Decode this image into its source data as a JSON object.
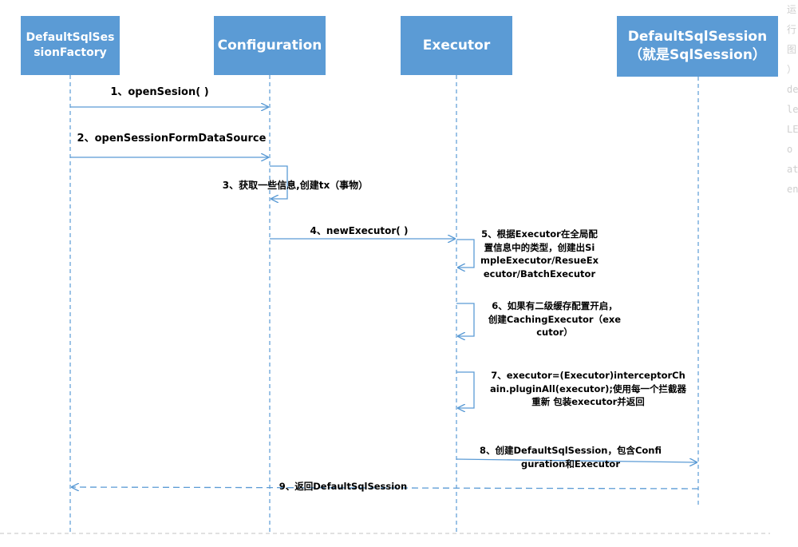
{
  "participants": [
    {
      "id": "factory",
      "label": "DefaultSqlSessionFactory"
    },
    {
      "id": "config",
      "label": "Configuration"
    },
    {
      "id": "executor",
      "label": "Executor"
    },
    {
      "id": "session",
      "label": "DefaultSqlSession\n（就是SqlSession）"
    }
  ],
  "messages": [
    {
      "id": "m1",
      "from": "factory",
      "to": "config",
      "style": "solid",
      "label": "1、openSesion( )"
    },
    {
      "id": "m2",
      "from": "factory",
      "to": "config",
      "style": "solid",
      "label": "2、openSessionFormDataSource"
    },
    {
      "id": "m3",
      "from": "config",
      "to": "config",
      "style": "self",
      "label": "3、获取一些信息,创建tx（事物）"
    },
    {
      "id": "m4",
      "from": "config",
      "to": "executor",
      "style": "solid",
      "label": "4、newExecutor( )"
    },
    {
      "id": "m5",
      "from": "executor",
      "to": "executor",
      "style": "self",
      "label": "5、根据Executor在全局配置信息中的类型，创建出SimpleExecutor/ResueExecutor/BatchExecutor"
    },
    {
      "id": "m6",
      "from": "executor",
      "to": "executor",
      "style": "self",
      "label": "6、如果有二级缓存配置开启，创建CachingExecutor（executor）"
    },
    {
      "id": "m7",
      "from": "executor",
      "to": "executor",
      "style": "self",
      "label": "7、executor=(Executor)interceptorChain.pluginAll(executor);使用每一个拦截器重新 包装executor并返回"
    },
    {
      "id": "m8",
      "from": "executor",
      "to": "session",
      "style": "solid",
      "label": "8、创建DefaultSqlSession，包含Configuration和Executor"
    },
    {
      "id": "m9",
      "from": "session",
      "to": "factory",
      "style": "dashed",
      "label": "9、返回DefaultSqlSession"
    }
  ],
  "colors": {
    "box": "#5b9bd5",
    "line": "#5b9bd5",
    "text": "#000000"
  }
}
